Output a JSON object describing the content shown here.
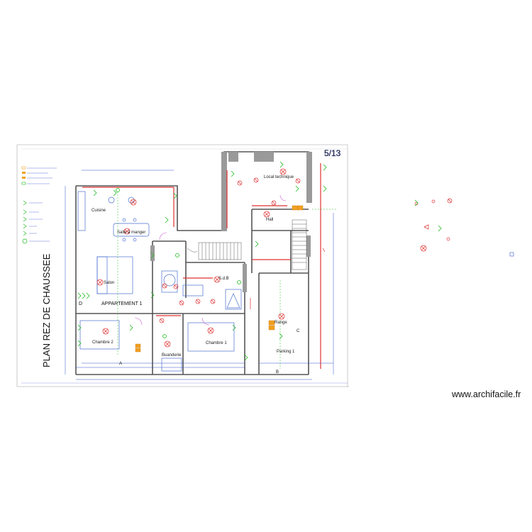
{
  "plan_title": "PLAN REZ DE CHAUSSEE",
  "sheet_number": "5/13",
  "apartment_label": "APPARTEMENT 1",
  "watermark": "www.archifacile.fr",
  "rooms": {
    "cuisine": "Cuisine",
    "salle_a_manger": "Salle à manger",
    "salon": "Salon",
    "chambre_2": "Chambre 2",
    "chambre_1": "Chambre 1",
    "buanderie": "Buanderie",
    "sdb": "S.d.B",
    "local_technique": "Local technique",
    "hall": "Hall",
    "rangement": "Range",
    "parking": "Parking 1"
  },
  "markers": {
    "a": "A",
    "b": "B",
    "c": "C",
    "d": "D"
  },
  "colors": {
    "wall": "#555555",
    "red": "#e03030",
    "green": "#22bb22",
    "blue": "#3355cc",
    "orange": "#f0a020",
    "magenta": "#cc55cc",
    "grey_fill": "#9a9a9a"
  }
}
